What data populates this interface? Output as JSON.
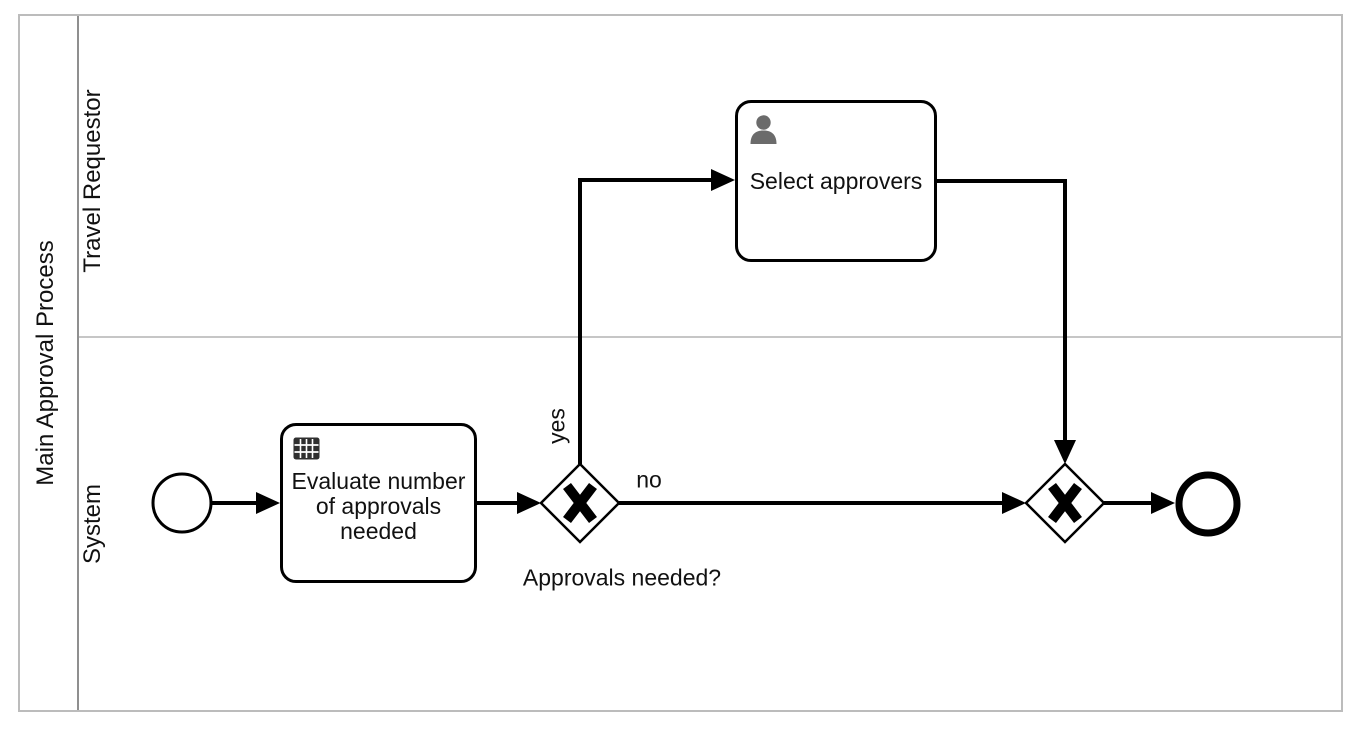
{
  "diagram": {
    "type": "bpmn-process-diagram",
    "pool": {
      "label": "Main Approval Process"
    },
    "lanes": [
      {
        "label": "Travel Requestor"
      },
      {
        "label": "System"
      }
    ],
    "nodes": {
      "start_event": {
        "kind": "start-event",
        "label": ""
      },
      "task_evaluate": {
        "kind": "business-rule-task",
        "icon": "table-icon",
        "label": "Evaluate number of approvals needed"
      },
      "gateway_split": {
        "kind": "exclusive-gateway",
        "marker": "X",
        "label": "Approvals needed?"
      },
      "task_select": {
        "kind": "user-task",
        "icon": "user-icon",
        "label": "Select approvers"
      },
      "gateway_merge": {
        "kind": "exclusive-gateway",
        "marker": "X",
        "label": ""
      },
      "end_event": {
        "kind": "end-event",
        "label": ""
      }
    },
    "flows": {
      "yes_label": "yes",
      "no_label": "no"
    },
    "colors": {
      "shape_stroke": "#000000",
      "pool_border": "#bcbcbc",
      "lane_divider": "#c6c6c6",
      "header_divider": "#8f8f8f",
      "user_icon_gray": "#6b6b6b",
      "table_icon_dark": "#2f2f2f",
      "background": "#ffffff"
    }
  }
}
